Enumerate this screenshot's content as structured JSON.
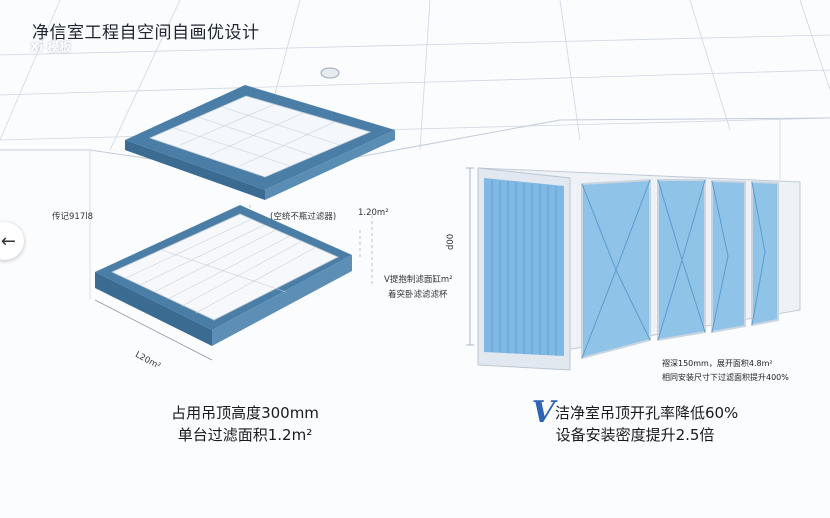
{
  "header": {
    "title": "净信室工程自空间自画优设计",
    "watermark": "Xi 模板"
  },
  "nav": {
    "back_glyph": "←"
  },
  "left_labels": {
    "label_a": "传记917l8",
    "label_b": "(空统不瓶过滤器)",
    "label_c": "1.20m²",
    "label_d": "L20m²"
  },
  "right_labels": {
    "label_v1": "V提抱制滤面缸m²",
    "label_v2": "着突卧滤滤滤杯",
    "label_side": "d00"
  },
  "specs": {
    "line1": "褶深150mm，展开面积4.8m²",
    "line2": "相同安装尺寸下过滤面积提升400%"
  },
  "captions": {
    "left_line1": "占用吊顶高度300mm",
    "left_line2": "单台过滤面积1.2m²",
    "right_v": "V",
    "right_line1": "洁净室吊顶开孔率降低60%",
    "right_line2": "设备安装密度提升2.5倍"
  },
  "colors": {
    "filter_blue": "#7fb8e2",
    "frame_blue": "#4a7ea6",
    "frame_white": "#e9eef4"
  }
}
